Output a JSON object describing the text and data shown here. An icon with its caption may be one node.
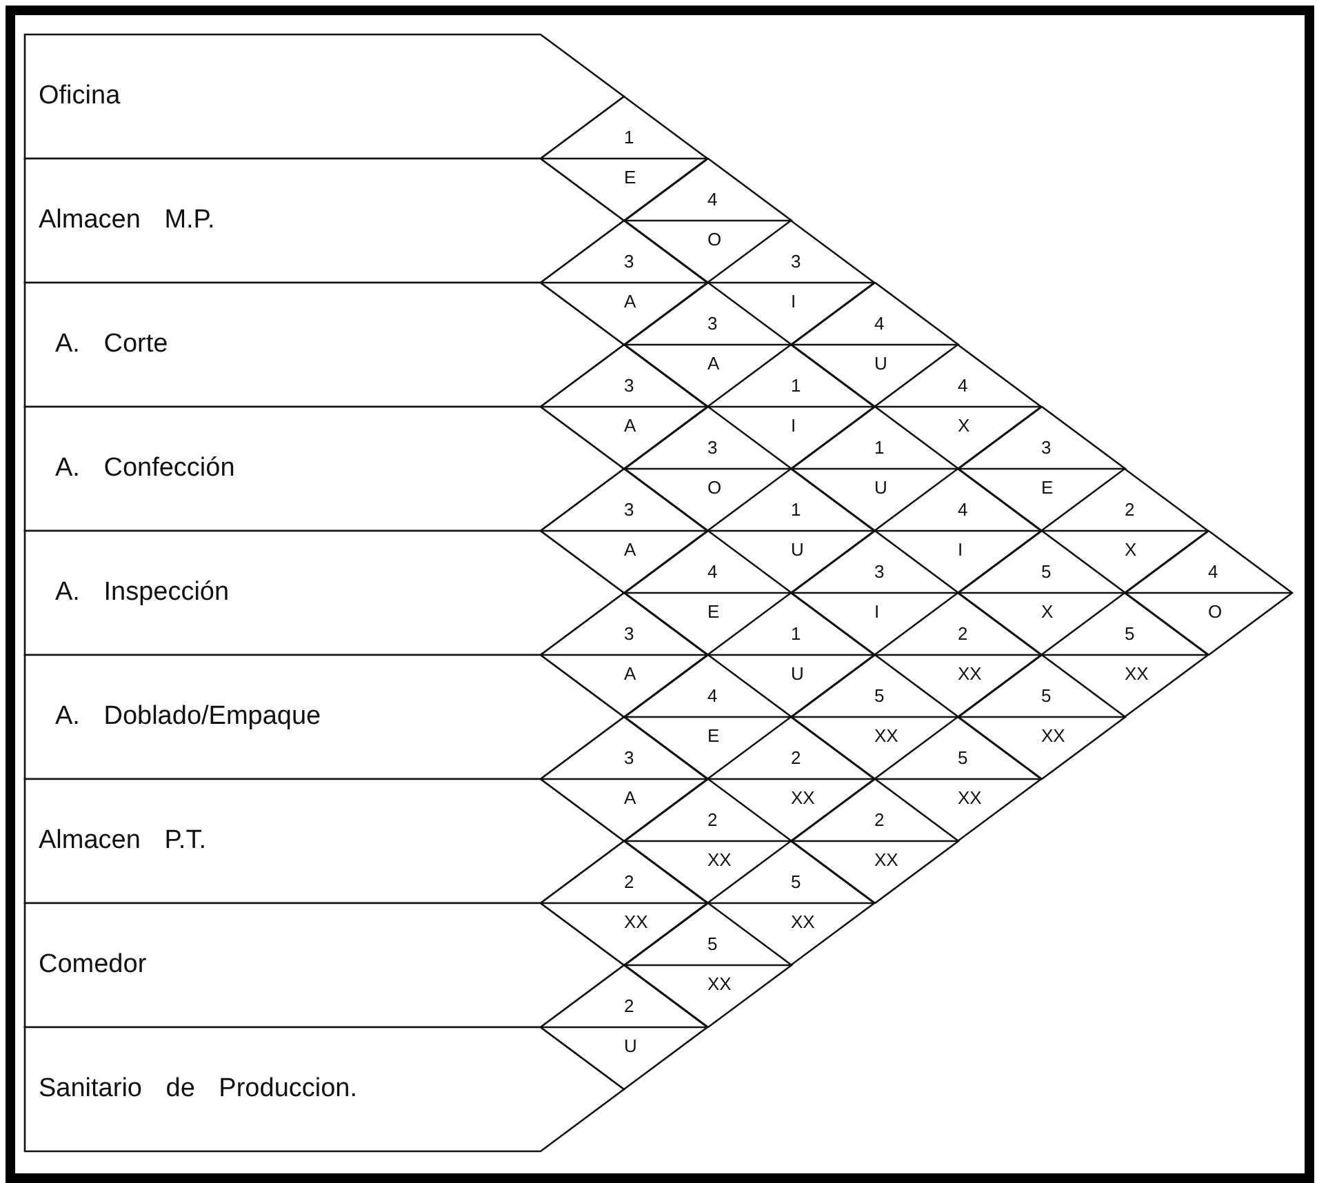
{
  "diagram": {
    "nodes": [
      {
        "text": [
          "Oficina"
        ]
      },
      {
        "text": [
          "Almacen M.P."
        ]
      },
      {
        "text": [
          "A. Corte"
        ]
      },
      {
        "text": [
          "A. Confección"
        ]
      },
      {
        "text": [
          "A. Inspección"
        ]
      },
      {
        "text": [
          "A. Doblado/Empaque"
        ]
      },
      {
        "text": [
          "Almacen P.T."
        ]
      },
      {
        "text": [
          "Comedor"
        ]
      },
      {
        "text": [
          "Sanitario de Produccion."
        ]
      },
      {
        "text": [
          "1",
          "E"
        ]
      },
      {
        "text": [
          "4",
          "O"
        ]
      },
      {
        "text": [
          "3",
          "A"
        ]
      },
      {
        "text": [
          "3",
          "I"
        ]
      },
      {
        "text": [
          "3",
          "A"
        ]
      },
      {
        "text": [
          "4",
          "U"
        ]
      },
      {
        "text": [
          "3",
          "A"
        ]
      },
      {
        "text": [
          "1",
          "I"
        ]
      },
      {
        "text": [
          "4",
          "X"
        ]
      },
      {
        "text": [
          "3",
          "O"
        ]
      },
      {
        "text": [
          "1",
          "U"
        ]
      },
      {
        "text": [
          "3",
          "E"
        ]
      },
      {
        "text": [
          "3",
          "A"
        ]
      },
      {
        "text": [
          "1",
          "U"
        ]
      },
      {
        "text": [
          "4",
          "I"
        ]
      },
      {
        "text": [
          "2",
          "X"
        ]
      },
      {
        "text": [
          "4",
          "E"
        ]
      },
      {
        "text": [
          "3",
          "I"
        ]
      },
      {
        "text": [
          "5",
          "X"
        ]
      },
      {
        "text": [
          "4",
          "O"
        ]
      },
      {
        "text": [
          "3",
          "A"
        ]
      },
      {
        "text": [
          "1",
          "U"
        ]
      },
      {
        "text": [
          "2",
          "XX"
        ]
      },
      {
        "text": [
          "5",
          "XX"
        ]
      },
      {
        "text": [
          "4",
          "E"
        ]
      },
      {
        "text": [
          "5",
          "XX"
        ]
      },
      {
        "text": [
          "5",
          "XX"
        ]
      },
      {
        "text": [
          "3",
          "A"
        ]
      },
      {
        "text": [
          "2",
          "XX"
        ]
      },
      {
        "text": [
          "5",
          "XX"
        ]
      },
      {
        "text": [
          "2",
          "XX"
        ]
      },
      {
        "text": [
          "2",
          "XX"
        ]
      },
      {
        "text": [
          "2",
          "XX"
        ]
      },
      {
        "text": [
          "5",
          "XX"
        ]
      },
      {
        "text": [
          "5",
          "XX"
        ]
      },
      {
        "text": [
          "2",
          "U"
        ]
      }
    ]
  }
}
